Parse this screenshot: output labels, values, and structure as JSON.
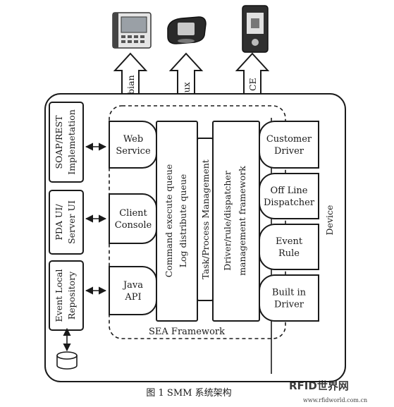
{
  "platforms": [
    {
      "label": "Symbian",
      "icon": "symbian-phone-icon"
    },
    {
      "label": "Linux",
      "icon": "linux-phone-icon"
    },
    {
      "label": "Win CE",
      "icon": "wince-pda-icon"
    }
  ],
  "left_panels": [
    "SOAP/REST Implemetation",
    "PDA UI/ Server UI",
    "Event Local Repository"
  ],
  "interfaces": [
    [
      "Web",
      "Service"
    ],
    [
      "Client",
      "Console"
    ],
    [
      "Java",
      "API"
    ]
  ],
  "queues": [
    "Command execute queue",
    "Log distribute queue"
  ],
  "task_manager": "Task/Process Management",
  "driver_framework": [
    "Driver/rule/dispatcher",
    "management framework"
  ],
  "modules": [
    [
      "Customer",
      "Driver"
    ],
    [
      "Off Line",
      "Dispatcher"
    ],
    [
      "Event",
      "Rule"
    ],
    [
      "Built in",
      "Driver"
    ]
  ],
  "device_label": "Device",
  "framework_label": "SEA Framework",
  "caption": "图 1   SMM 系统架构",
  "watermark": {
    "brand": "RFID世界网",
    "url": "www.rfidworld.com.cn"
  }
}
